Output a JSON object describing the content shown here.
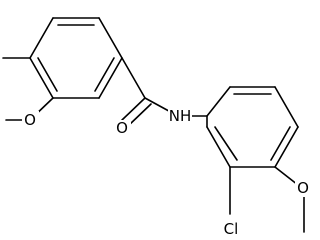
{
  "molecule": {
    "atoms": {
      "amide_oxygen": "O",
      "amide_nitrogen": "NH",
      "methoxy_oxygen_left": "O",
      "methoxy_oxygen_right": "O",
      "chlorine": "Cl"
    }
  }
}
